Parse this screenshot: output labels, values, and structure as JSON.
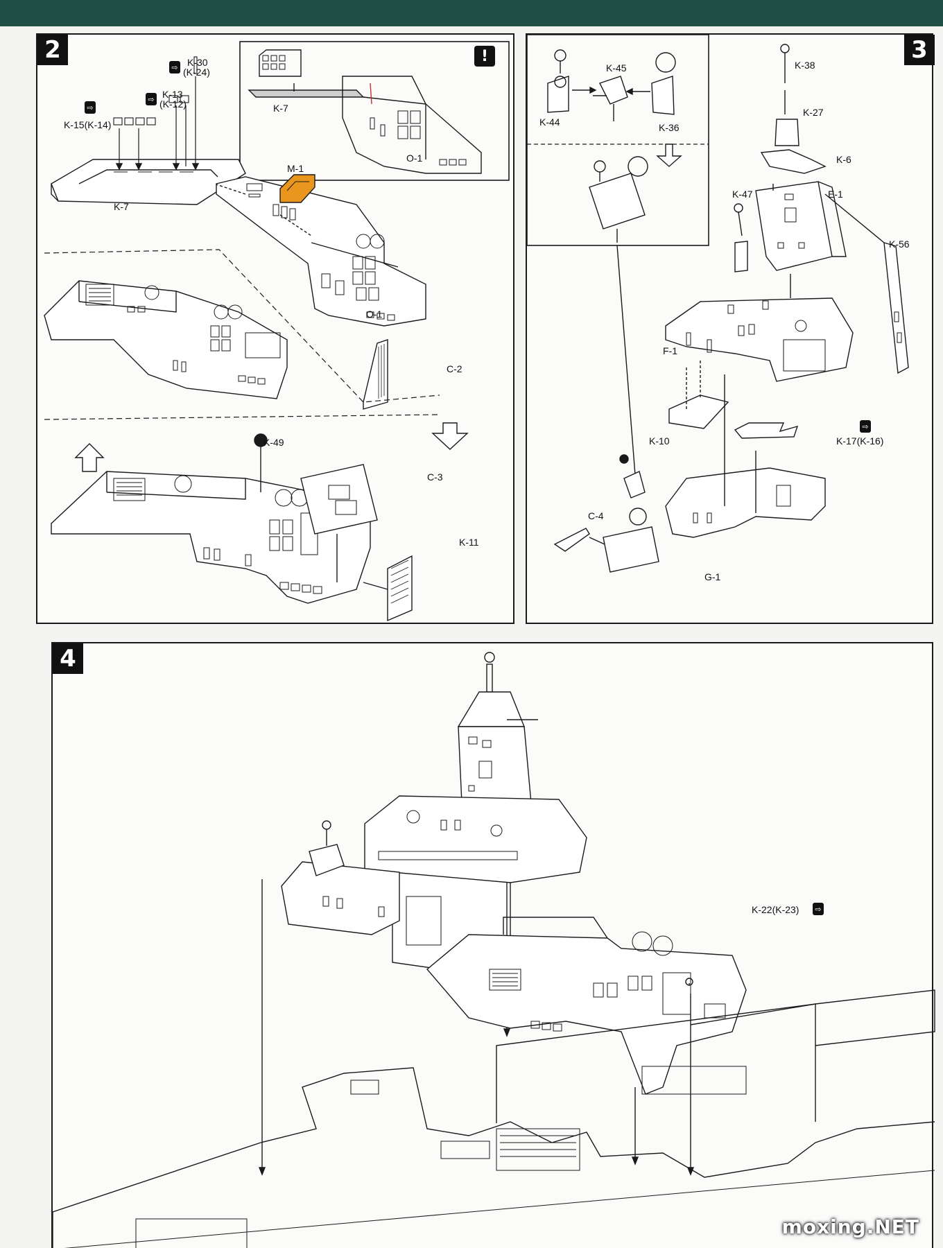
{
  "steps": {
    "s2": "2",
    "s3": "3",
    "s4": "4"
  },
  "warning_symbol": "!",
  "pair_icon_glyph": "⇨",
  "step2": {
    "k30": "K-30",
    "k24": "(K-24)",
    "k13": "K-13",
    "k12": "(K-12)",
    "k15": "K-15(K-14)",
    "k7": "K-7",
    "k7_inset": "K-7",
    "m1": "M-1",
    "o1": "O-1",
    "o1_inset": "O-1",
    "c2": "C-2",
    "k49": "K-49",
    "c3": "C-3",
    "k11": "K-11"
  },
  "step3": {
    "k45": "K-45",
    "k44": "K-44",
    "k36": "K-36",
    "k38": "K-38",
    "k27": "K-27",
    "k6": "K-6",
    "k47": "K-47",
    "e1": "E-1",
    "k56": "K-56",
    "f1": "F-1",
    "k10": "K-10",
    "k17": "K-17(K-16)",
    "c4": "C-4",
    "g1": "G-1"
  },
  "step4": {
    "k22": "K-22(K-23)"
  },
  "colors": {
    "highlight_part": "#e8961e",
    "header_band": "#1f4e45",
    "line": "#1a1a1a"
  },
  "watermark": "moxing.NET"
}
